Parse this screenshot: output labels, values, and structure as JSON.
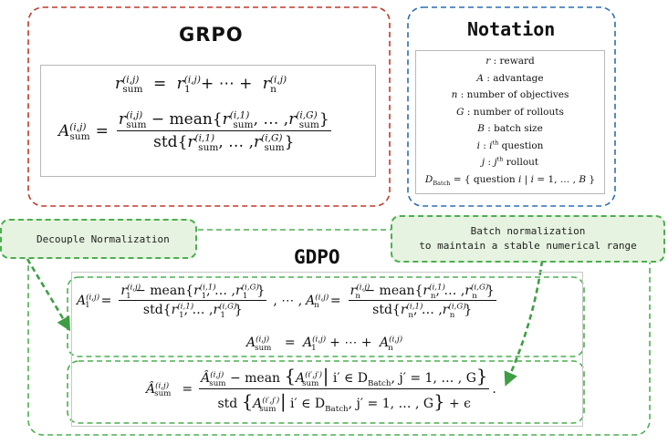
{
  "grpo": {
    "title": "GRPO",
    "eq1": {
      "lhs": "r",
      "lhs_sub": "sum",
      "sup": "(i,j)",
      "t1": "r",
      "t1_sub": "1",
      "t2": "r",
      "t2_sub": "n",
      "op_eq": "=",
      "op_plus_dots": "+ ⋯ +"
    },
    "eq2": {
      "lhs": "A",
      "lhs_sub": "sum",
      "sup": "(i,j)",
      "num_r": "r",
      "num_sub": "sum",
      "num_sup": "(i,j)",
      "minus_mean": "− mean{",
      "set_r": "r",
      "set_sub": "sum",
      "set_sup_first": "(i,1)",
      "set_sup_last": "(i,G)",
      "dots": ", … ,",
      "close": "}",
      "std": "std{"
    }
  },
  "notation": {
    "title": "Notation",
    "items": [
      {
        "sym": "r",
        "desc": ": reward"
      },
      {
        "sym": "A",
        "desc": ": advantage"
      },
      {
        "sym": "n",
        "desc": ": number of objectives"
      },
      {
        "sym": "G",
        "desc": ": number of rollouts"
      },
      {
        "sym": "B",
        "desc": ": batch size"
      },
      {
        "sym": "i",
        "desc": ": ",
        "sup_sym": "i",
        "sup": "th",
        "tail": " question"
      },
      {
        "sym": "j",
        "desc": ": ",
        "sup_sym": "j",
        "sup": "th",
        "tail": " rollout"
      }
    ],
    "batch": {
      "sym": "D",
      "sub": "Batch",
      "eq": "= { question ",
      "var": "i",
      "cond": " | ",
      "cond_var": "i",
      "range": " = 1, … , ",
      "B": "B",
      "close": " }"
    }
  },
  "gdpo": {
    "title": "GDPO",
    "callout_left": "Decouple Normalization",
    "callout_right_line1": "Batch normalization",
    "callout_right_line2": "to maintain a stable numerical range",
    "eq3": {
      "A": "A",
      "sub1": "1",
      "subn": "n",
      "sup": "(i,j)",
      "r": "r",
      "mean": "− mean{",
      "std": "std{",
      "sup_first": "(i,1)",
      "sup_last": "(i,G)",
      "dots": ", … ,",
      "close": "}",
      "between": ", ⋯ , ",
      "eq": "="
    },
    "eq4": {
      "A": "A",
      "sub": "sum",
      "sup": "(i,j)",
      "sub1": "1",
      "subn": "n",
      "plus_dots": "+ ⋯ +",
      "eq": "="
    },
    "eq5": {
      "Ahat": "Â",
      "sub": "sum",
      "sup": "(i,j)",
      "mean": "− mean",
      "inner_sup": "(i′,j′)",
      "cond": "i′ ∈ D",
      "cond_sub": "Batch",
      "cond_tail": ",  j′ = 1, … , G",
      "std": "std",
      "eps": "+ ϵ",
      "period": "."
    }
  },
  "colors": {
    "grpo_border": "#c0392b",
    "notation_border": "#2e6db4",
    "gdpo_border": "#4caf50",
    "callout_fill": "#e6f3e0"
  }
}
